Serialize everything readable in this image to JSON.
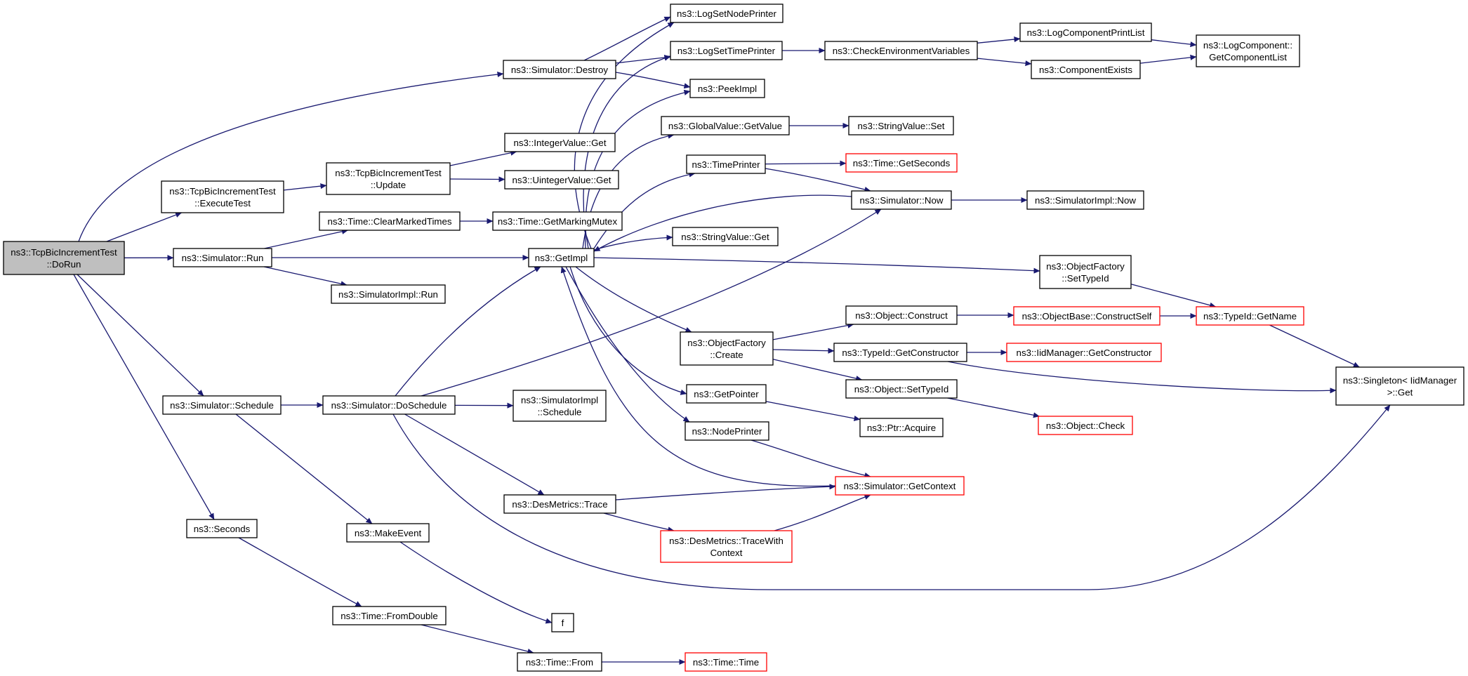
{
  "colors": {
    "edge": "#191970",
    "node_border": "#000000",
    "truncated_border": "#ff0000",
    "root_fill": "#bfbfbf",
    "node_fill": "#ffffff"
  },
  "nodes": {
    "root": {
      "lines": [
        "ns3::TcpBicIncrementTest",
        "::DoRun"
      ],
      "kind": "root"
    },
    "sim_destroy": {
      "lines": [
        "ns3::Simulator::Destroy"
      ],
      "kind": "normal"
    },
    "execute_test": {
      "lines": [
        "ns3::TcpBicIncrementTest",
        "::ExecuteTest"
      ],
      "kind": "normal"
    },
    "update": {
      "lines": [
        "ns3::TcpBicIncrementTest",
        "::Update"
      ],
      "kind": "normal"
    },
    "integer_get": {
      "lines": [
        "ns3::IntegerValue::Get"
      ],
      "kind": "normal"
    },
    "uinteger_get": {
      "lines": [
        "ns3::UintegerValue::Get"
      ],
      "kind": "normal"
    },
    "sim_run": {
      "lines": [
        "ns3::Simulator::Run"
      ],
      "kind": "normal"
    },
    "clear_marked": {
      "lines": [
        "ns3::Time::ClearMarkedTimes"
      ],
      "kind": "normal"
    },
    "marking_mutex": {
      "lines": [
        "ns3::Time::GetMarkingMutex"
      ],
      "kind": "normal"
    },
    "simimpl_run": {
      "lines": [
        "ns3::SimulatorImpl::Run"
      ],
      "kind": "normal"
    },
    "get_impl": {
      "lines": [
        "ns3::GetImpl"
      ],
      "kind": "normal"
    },
    "log_node_printer": {
      "lines": [
        "ns3::LogSetNodePrinter"
      ],
      "kind": "normal"
    },
    "log_time_printer": {
      "lines": [
        "ns3::LogSetTimePrinter"
      ],
      "kind": "normal"
    },
    "peek_impl": {
      "lines": [
        "ns3::PeekImpl"
      ],
      "kind": "normal"
    },
    "globalvalue_get": {
      "lines": [
        "ns3::GlobalValue::GetValue"
      ],
      "kind": "normal"
    },
    "time_printer": {
      "lines": [
        "ns3::TimePrinter"
      ],
      "kind": "normal"
    },
    "stringvalue_get": {
      "lines": [
        "ns3::StringValue::Get"
      ],
      "kind": "normal"
    },
    "check_env": {
      "lines": [
        "ns3::CheckEnvironmentVariables"
      ],
      "kind": "normal"
    },
    "log_comp_print": {
      "lines": [
        "ns3::LogComponentPrintList"
      ],
      "kind": "normal"
    },
    "comp_exists": {
      "lines": [
        "ns3::ComponentExists"
      ],
      "kind": "normal"
    },
    "log_comp_list": {
      "lines": [
        "ns3::LogComponent::",
        "GetComponentList"
      ],
      "kind": "normal"
    },
    "stringvalue_set": {
      "lines": [
        "ns3::StringValue::Set"
      ],
      "kind": "normal"
    },
    "time_getseconds": {
      "lines": [
        "ns3::Time::GetSeconds"
      ],
      "kind": "truncated"
    },
    "sim_now": {
      "lines": [
        "ns3::Simulator::Now"
      ],
      "kind": "normal"
    },
    "simimpl_now": {
      "lines": [
        "ns3::SimulatorImpl::Now"
      ],
      "kind": "normal"
    },
    "objfactory_settypeid": {
      "lines": [
        "ns3::ObjectFactory",
        "::SetTypeId"
      ],
      "kind": "normal"
    },
    "objfactory_create": {
      "lines": [
        "ns3::ObjectFactory",
        "::Create"
      ],
      "kind": "normal"
    },
    "object_construct": {
      "lines": [
        "ns3::Object::Construct"
      ],
      "kind": "normal"
    },
    "objectbase_construct": {
      "lines": [
        "ns3::ObjectBase::ConstructSelf"
      ],
      "kind": "truncated"
    },
    "typeid_getname": {
      "lines": [
        "ns3::TypeId::GetName"
      ],
      "kind": "truncated"
    },
    "typeid_getconstructor": {
      "lines": [
        "ns3::TypeId::GetConstructor"
      ],
      "kind": "normal"
    },
    "iidmanager_getconstructor": {
      "lines": [
        "ns3::IidManager::GetConstructor"
      ],
      "kind": "truncated"
    },
    "object_settypeid": {
      "lines": [
        "ns3::Object::SetTypeId"
      ],
      "kind": "normal"
    },
    "object_check": {
      "lines": [
        "ns3::Object::Check"
      ],
      "kind": "truncated"
    },
    "singleton_get": {
      "lines": [
        "ns3::Singleton< IidManager",
        ">::Get"
      ],
      "kind": "normal"
    },
    "get_pointer": {
      "lines": [
        "ns3::GetPointer"
      ],
      "kind": "normal"
    },
    "ptr_acquire": {
      "lines": [
        "ns3::Ptr::Acquire"
      ],
      "kind": "normal"
    },
    "node_printer": {
      "lines": [
        "ns3::NodePrinter"
      ],
      "kind": "normal"
    },
    "sim_getcontext": {
      "lines": [
        "ns3::Simulator::GetContext"
      ],
      "kind": "truncated"
    },
    "sim_schedule": {
      "lines": [
        "ns3::Simulator::Schedule"
      ],
      "kind": "normal"
    },
    "sim_doschedule": {
      "lines": [
        "ns3::Simulator::DoSchedule"
      ],
      "kind": "normal"
    },
    "simimpl_schedule": {
      "lines": [
        "ns3::SimulatorImpl",
        "::Schedule"
      ],
      "kind": "normal"
    },
    "desmetrics_trace": {
      "lines": [
        "ns3::DesMetrics::Trace"
      ],
      "kind": "normal"
    },
    "desmetrics_tracewith": {
      "lines": [
        "ns3::DesMetrics::TraceWith",
        "Context"
      ],
      "kind": "truncated"
    },
    "make_event": {
      "lines": [
        "ns3::MakeEvent"
      ],
      "kind": "normal"
    },
    "f": {
      "lines": [
        "f"
      ],
      "kind": "normal"
    },
    "seconds": {
      "lines": [
        "ns3::Seconds"
      ],
      "kind": "normal"
    },
    "time_fromdouble": {
      "lines": [
        "ns3::Time::FromDouble"
      ],
      "kind": "normal"
    },
    "time_from": {
      "lines": [
        "ns3::Time::From"
      ],
      "kind": "normal"
    },
    "time_time": {
      "lines": [
        "ns3::Time::Time"
      ],
      "kind": "truncated"
    }
  },
  "edges": [
    [
      "root",
      "sim_destroy"
    ],
    [
      "root",
      "execute_test"
    ],
    [
      "root",
      "sim_run"
    ],
    [
      "root",
      "sim_schedule"
    ],
    [
      "root",
      "seconds"
    ],
    [
      "execute_test",
      "update"
    ],
    [
      "update",
      "integer_get"
    ],
    [
      "update",
      "uinteger_get"
    ],
    [
      "sim_destroy",
      "log_node_printer"
    ],
    [
      "sim_destroy",
      "log_time_printer"
    ],
    [
      "sim_destroy",
      "peek_impl"
    ],
    [
      "sim_run",
      "clear_marked"
    ],
    [
      "sim_run",
      "get_impl"
    ],
    [
      "sim_run",
      "simimpl_run"
    ],
    [
      "clear_marked",
      "marking_mutex"
    ],
    [
      "get_impl",
      "log_node_printer"
    ],
    [
      "get_impl",
      "log_time_printer"
    ],
    [
      "get_impl",
      "peek_impl"
    ],
    [
      "get_impl",
      "globalvalue_get"
    ],
    [
      "get_impl",
      "time_printer"
    ],
    [
      "get_impl",
      "stringvalue_get"
    ],
    [
      "get_impl",
      "objfactory_settypeid"
    ],
    [
      "get_impl",
      "objfactory_create"
    ],
    [
      "get_impl",
      "get_pointer"
    ],
    [
      "get_impl",
      "node_printer"
    ],
    [
      "sim_now",
      "get_impl"
    ],
    [
      "sim_getcontext",
      "get_impl"
    ],
    [
      "log_time_printer",
      "check_env"
    ],
    [
      "check_env",
      "log_comp_print"
    ],
    [
      "check_env",
      "comp_exists"
    ],
    [
      "log_comp_print",
      "log_comp_list"
    ],
    [
      "comp_exists",
      "log_comp_list"
    ],
    [
      "globalvalue_get",
      "stringvalue_set"
    ],
    [
      "time_printer",
      "time_getseconds"
    ],
    [
      "time_printer",
      "sim_now"
    ],
    [
      "sim_now",
      "simimpl_now"
    ],
    [
      "objfactory_settypeid",
      "typeid_getname"
    ],
    [
      "objfactory_create",
      "object_construct"
    ],
    [
      "objfactory_create",
      "typeid_getconstructor"
    ],
    [
      "objfactory_create",
      "object_settypeid"
    ],
    [
      "object_construct",
      "objectbase_construct"
    ],
    [
      "objectbase_construct",
      "typeid_getname"
    ],
    [
      "typeid_getname",
      "singleton_get"
    ],
    [
      "typeid_getconstructor",
      "iidmanager_getconstructor"
    ],
    [
      "typeid_getconstructor",
      "singleton_get"
    ],
    [
      "object_settypeid",
      "object_check"
    ],
    [
      "get_pointer",
      "ptr_acquire"
    ],
    [
      "node_printer",
      "sim_getcontext"
    ],
    [
      "sim_schedule",
      "sim_doschedule"
    ],
    [
      "sim_schedule",
      "make_event"
    ],
    [
      "sim_doschedule",
      "get_impl"
    ],
    [
      "sim_doschedule",
      "sim_now"
    ],
    [
      "sim_doschedule",
      "simimpl_schedule"
    ],
    [
      "sim_doschedule",
      "desmetrics_trace"
    ],
    [
      "sim_doschedule",
      "singleton_get"
    ],
    [
      "desmetrics_trace",
      "sim_getcontext"
    ],
    [
      "desmetrics_trace",
      "desmetrics_tracewith"
    ],
    [
      "desmetrics_tracewith",
      "sim_getcontext"
    ],
    [
      "make_event",
      "f"
    ],
    [
      "seconds",
      "time_fromdouble"
    ],
    [
      "time_fromdouble",
      "time_from"
    ],
    [
      "time_from",
      "time_time"
    ]
  ]
}
